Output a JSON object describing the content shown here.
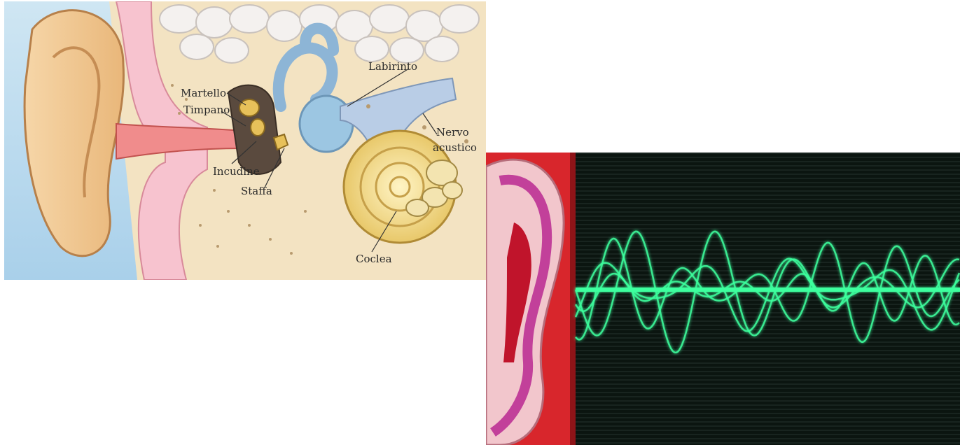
{
  "anatomy_image": {
    "labels": {
      "martello": "Martello",
      "timpano": "Timpano",
      "labirinto": "Labirinto",
      "nervo_line1": "Nervo",
      "nervo_line2": "acustico",
      "incudine": "Incudine",
      "staffa": "Staffa",
      "coclea": "Coclea"
    }
  },
  "waveform_image": {
    "colors": {
      "wave": "#3dff9e",
      "screen": "#0b1510",
      "ear_red": "#d8262c",
      "ear_pink": "#f2c6cc"
    }
  }
}
